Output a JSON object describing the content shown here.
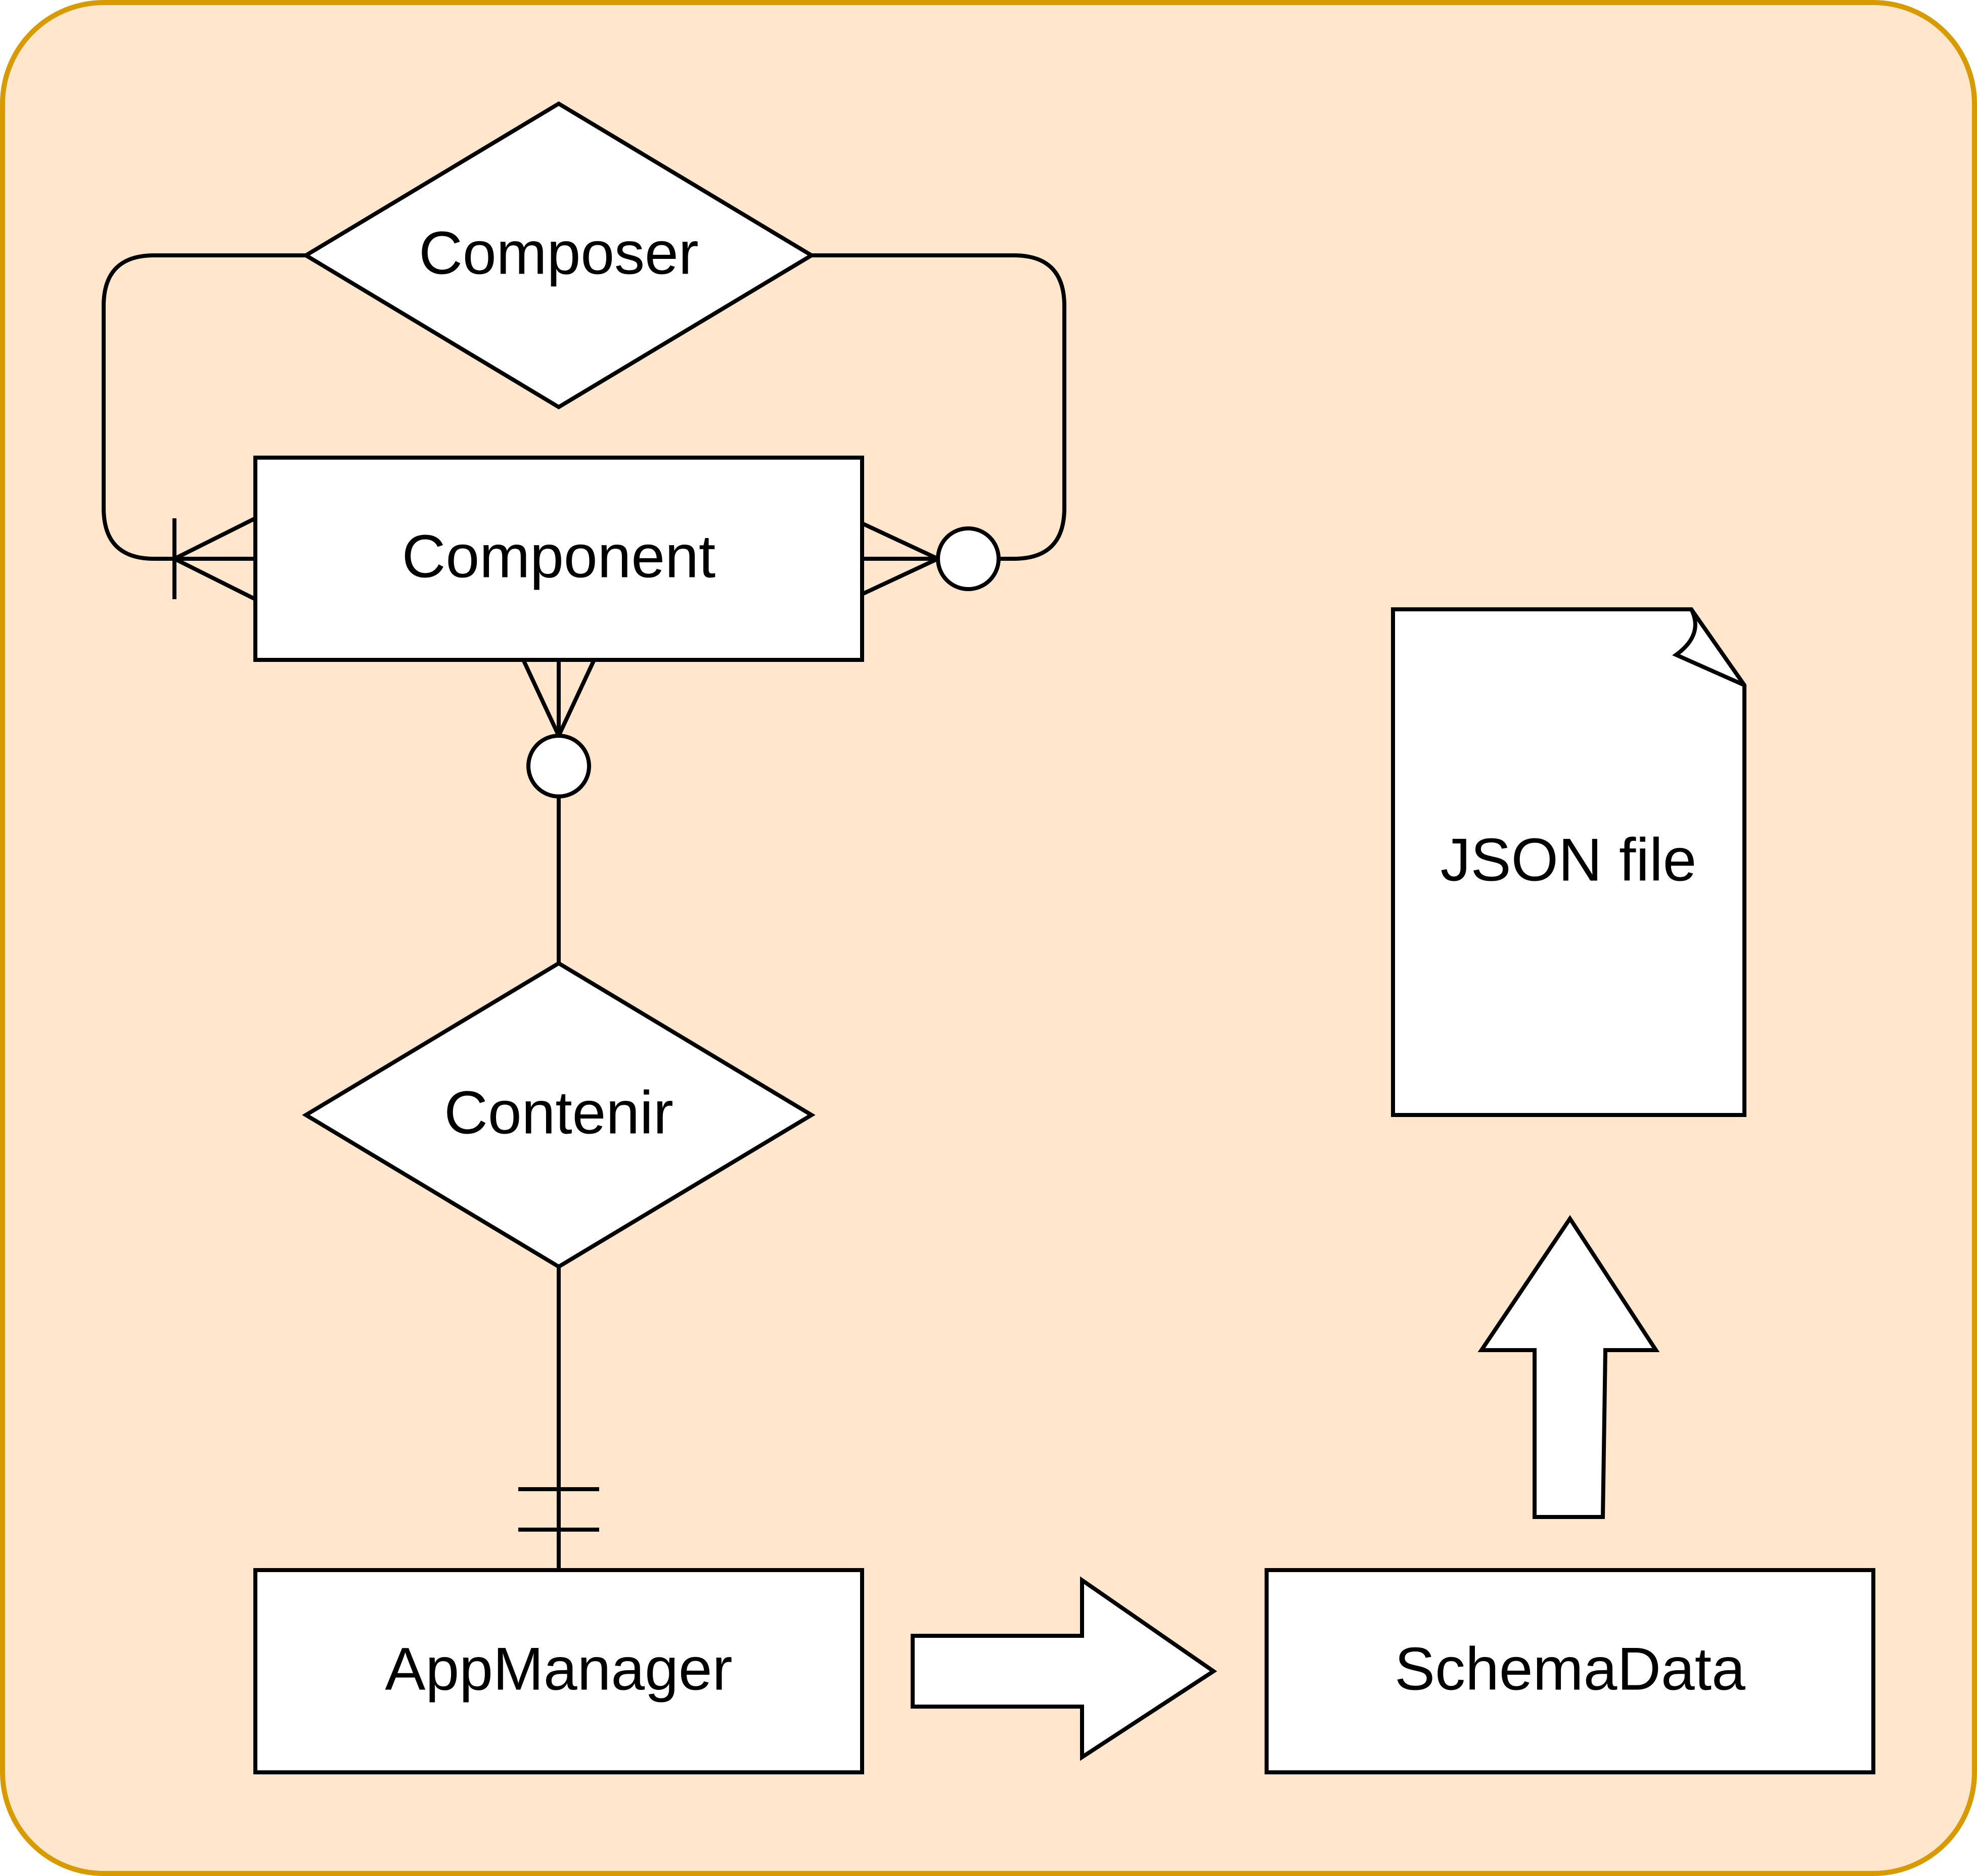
{
  "colors": {
    "background_fill": "#ffe6cc",
    "background_border": "#d79b00",
    "shape_fill": "#ffffff",
    "stroke": "#000000"
  },
  "entities": {
    "component": "Component",
    "app_manager": "AppManager",
    "schema_data": "SchemaData"
  },
  "relationships": {
    "composer": "Composer",
    "contenir": "Contenir"
  },
  "document": {
    "label": "JSON file"
  }
}
